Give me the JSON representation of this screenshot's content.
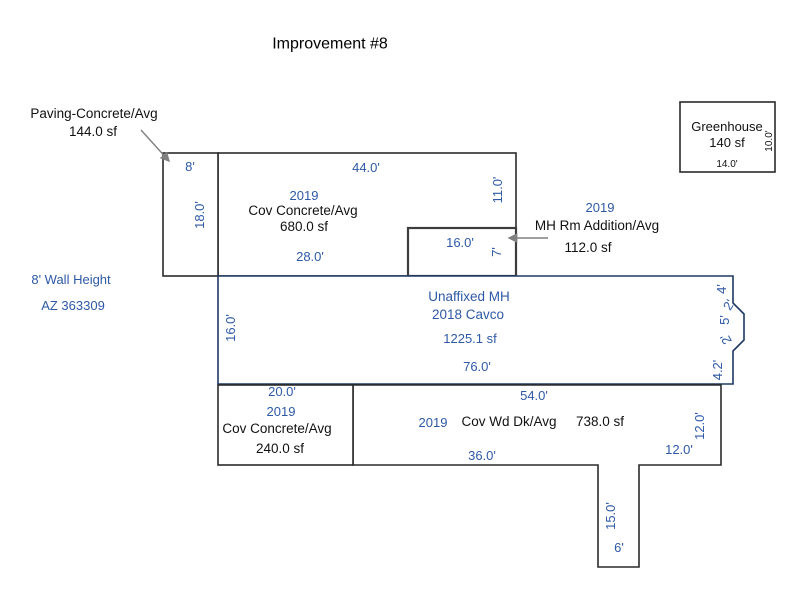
{
  "title": "Improvement #8",
  "colors": {
    "dimension_blue": "#2E59A6",
    "mobile_home_outline": "#1F3864",
    "structure_outline": "#2B2B2B",
    "arrow_gray": "#808080"
  },
  "paving_callout": {
    "name": "Paving-Concrete/Avg",
    "area": "144.0 sf"
  },
  "paving": {
    "top_dim": "8'",
    "left_dim": "18.0'"
  },
  "cov_concrete_top": {
    "year": "2019",
    "name": "Cov Concrete/Avg",
    "area": "680.0 sf",
    "top_dim": "44.0'",
    "right_dim": "11.0'",
    "bottom_dim": "28.0'"
  },
  "mh_addition": {
    "year": "2019",
    "name": "MH Rm Addition/Avg",
    "area": "112.0 sf",
    "width_dim": "16.0'",
    "height_dim": "7'"
  },
  "greenhouse": {
    "name": "Greenhouse",
    "area": "140 sf",
    "bottom_dim": "14.0'",
    "right_dim": "10.0'"
  },
  "notes": {
    "wall_height": "8' Wall Height",
    "az_number": "AZ 363309"
  },
  "mobile_home": {
    "name": "Unaffixed MH",
    "model": "2018 Cavco",
    "area": "1225.1 sf",
    "bottom_dim": "76.0'",
    "left_dim": "16.0'",
    "right_top_dim": "4'",
    "bump_top_dim": "2'",
    "bump_mid_dim": "5'",
    "bump_bottom_dim": "2'",
    "right_bottom_dim": "4.2'"
  },
  "cov_concrete_bottom": {
    "year": "2019",
    "name": "Cov Concrete/Avg",
    "area": "240.0 sf",
    "top_dim": "20.0'"
  },
  "wood_deck": {
    "year": "2019",
    "name": "Cov Wd Dk/Avg",
    "area": "738.0 sf",
    "top_dim": "54.0'",
    "bottom_dim": "36.0'",
    "right_vertical_dim": "12.0'",
    "right_horizontal_dim": "12.0'",
    "stem_height_dim": "15.0'",
    "stem_width_dim": "6'"
  }
}
